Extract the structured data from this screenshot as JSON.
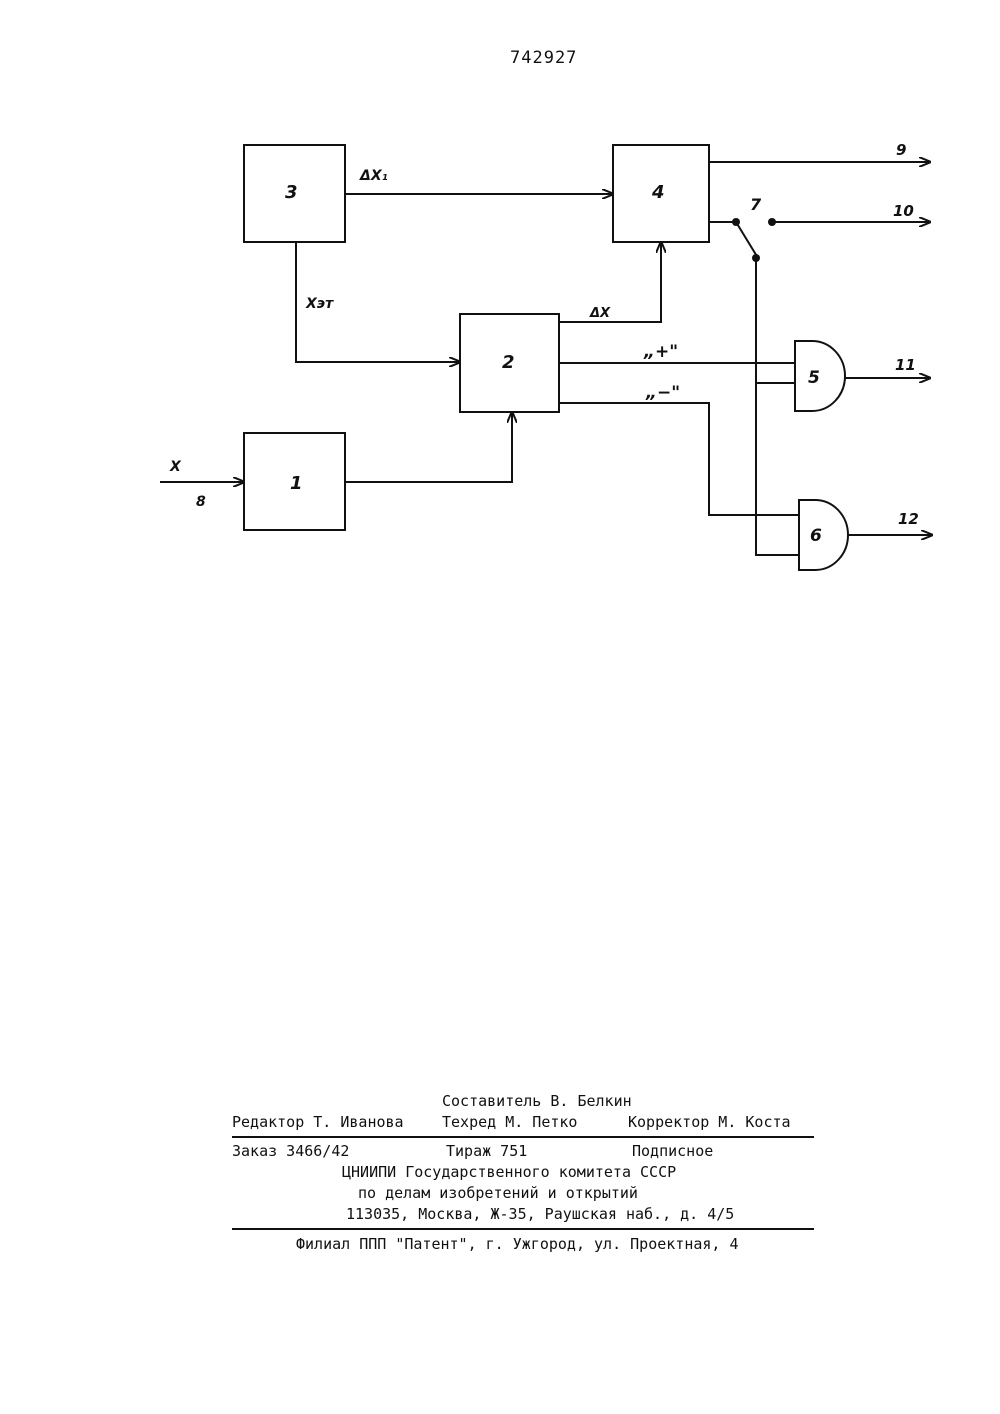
{
  "page": {
    "patent_number": "742927"
  },
  "diagram": {
    "blocks": {
      "b1": "1",
      "b2": "2",
      "b3": "3",
      "b4": "4",
      "g5": "5",
      "g6": "6"
    },
    "signals": {
      "dx1": "ΔX₁",
      "xet": "Xэт",
      "dx": "ΔX",
      "plus": "„+\"",
      "minus": "„−\"",
      "x_in": "X",
      "in8": "8",
      "out9": "9",
      "out10": "10",
      "out11": "11",
      "out12": "12",
      "sw7": "7"
    }
  },
  "colophon": {
    "compiler": "Составитель В. Белкин",
    "editor": "Редактор Т. Иванова",
    "techred": "Техред М. Петко",
    "corrector": "Корректор  М. Коста",
    "order": "Заказ 3466/42",
    "circulation": "Тираж 751",
    "subscription": "Подписное",
    "org1": "ЦНИИПИ Государственного комитета СССР",
    "org2": "по делам изобретений и открытий",
    "address": "113035, Москва, Ж-35, Раушская наб., д. 4/5",
    "branch": "Филиал ППП \"Патент\", г. Ужгород, ул. Проектная, 4"
  }
}
